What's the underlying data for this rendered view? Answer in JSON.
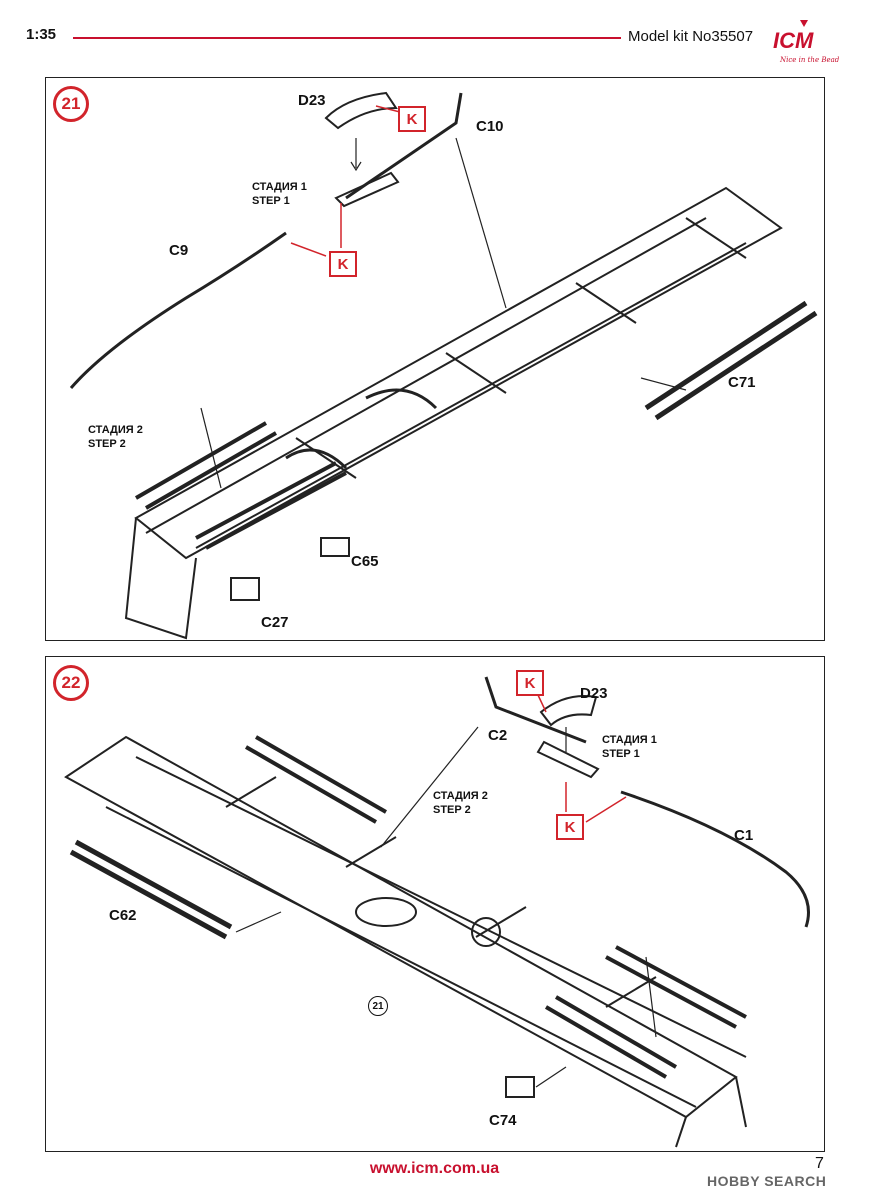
{
  "header": {
    "scale": "1:35",
    "kit": "Model kit No35507",
    "logo_text": "ICM",
    "logo_tagline": "Nice in the Bead",
    "accent": "#c8102e"
  },
  "step21": {
    "number": "21",
    "labels": {
      "d23": "D23",
      "c10": "C10",
      "c9": "C9",
      "c71": "C71",
      "c65": "C65",
      "c27": "C27"
    },
    "stage1": [
      "СТАДИЯ 1",
      "STEP 1"
    ],
    "stage2": [
      "СТАДИЯ 2",
      "STEP 2"
    ],
    "k_mark": "K"
  },
  "step22": {
    "number": "22",
    "labels": {
      "d23": "D23",
      "c2": "C2",
      "c1": "C1",
      "c62": "C62",
      "c74": "C74"
    },
    "stage1": [
      "СТАДИЯ 1",
      "STEP 1"
    ],
    "stage2": [
      "СТАДИЯ 2",
      "STEP 2"
    ],
    "k_mark": "K",
    "ref_step": "21"
  },
  "footer": {
    "website": "www.icm.com.ua",
    "page_number": "7",
    "watermark": "HOBBY SEARCH"
  }
}
